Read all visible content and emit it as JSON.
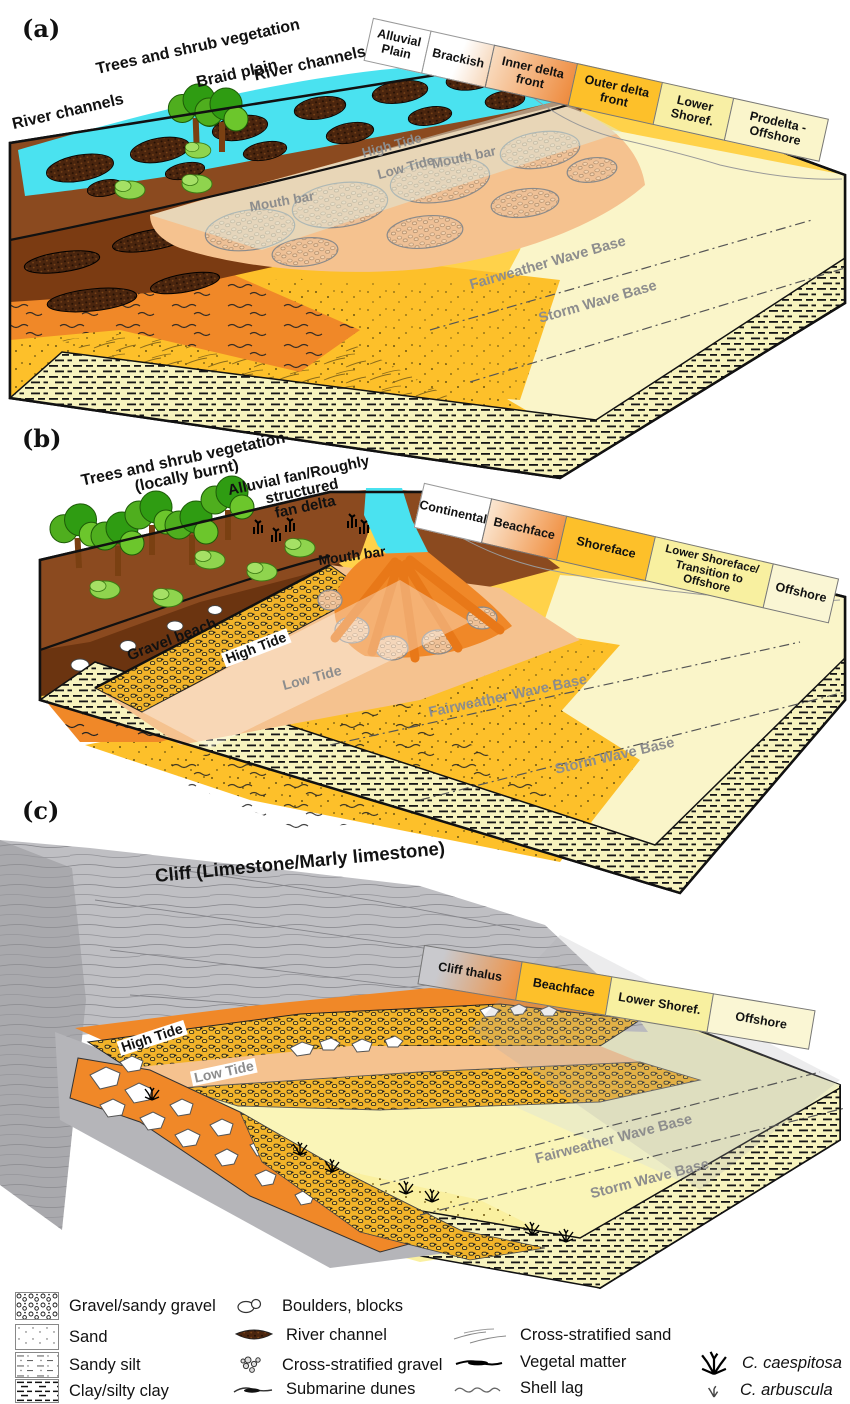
{
  "panel_a": {
    "tag": "(a)",
    "labels": {
      "trees": "Trees and shrub vegetation",
      "braid_plain": "Braid plain",
      "river_channels_top": "River channels",
      "river_channels_left": "River channels",
      "high_tide": "High Tide",
      "low_tide": "Low Tide",
      "mouth_bar_left": "Mouth bar",
      "mouth_bar_right": "Mouth bar",
      "fairweather": "Fairweather Wave Base",
      "storm": "Storm Wave Base"
    },
    "strip": [
      {
        "label": "Alluvial Plain",
        "bg": "#ffffff"
      },
      {
        "label": "Brackish",
        "bg": "linear-gradient(100deg,#ffffff 50%,#f6d7ba)"
      },
      {
        "label": "Inner delta front",
        "bg": "linear-gradient(100deg,#f9dcc0,#ee8b3e)"
      },
      {
        "label": "Outer delta front",
        "bg": "#fdc02a"
      },
      {
        "label": "Lower Shoref.",
        "bg": "#f8efa5"
      },
      {
        "label": "Prodelta - Offshore",
        "bg": "#faf5cb"
      }
    ]
  },
  "panel_b": {
    "tag": "(b)",
    "labels": {
      "trees": "Trees and shrub vegetation\n(locally burnt)",
      "alluvial_fan": "Alluvial fan/Roughly\nstructured\nfan delta",
      "mouth_bar": "Mouth bar",
      "gravel_beach": "Gravel beach",
      "high_tide": "High Tide",
      "low_tide": "Low Tide",
      "fairweather": "Fairweather Wave Base",
      "storm": "Storm Wave Base"
    },
    "strip": [
      {
        "label": "Continental",
        "bg": "#ffffff"
      },
      {
        "label": "Beachface",
        "bg": "linear-gradient(100deg,#fbe7d2,#f08f40)"
      },
      {
        "label": "Shoreface",
        "bg": "#fdc02a"
      },
      {
        "label": "Lower Shoreface/\nTransition to Offshore",
        "bg": "#f8f0a0"
      },
      {
        "label": "Offshore",
        "bg": "#faf6d4"
      }
    ]
  },
  "panel_c": {
    "tag": "(c)",
    "labels": {
      "cliff": "Cliff (Limestone/Marly limestone)",
      "high_tide": "High Tide",
      "low_tide": "Low Tide",
      "fairweather": "Fairweather Wave Base",
      "storm": "Storm Wave Base"
    },
    "strip": [
      {
        "label": "Cliff thalus",
        "bg": "linear-gradient(100deg,#c9c9cd 20%,#f09040)"
      },
      {
        "label": "Beachface",
        "bg": "#fdc02a"
      },
      {
        "label": "Lower Shoref.",
        "bg": "#f8f0a0"
      },
      {
        "label": "Offshore",
        "bg": "#faf6d4"
      }
    ]
  },
  "legend": {
    "column1": [
      {
        "icon": "gravel-swatch",
        "label": "Gravel/sandy gravel"
      },
      {
        "icon": "sand-swatch",
        "label": "Sand"
      },
      {
        "icon": "sandy-silt-swatch",
        "label": "Sandy silt"
      },
      {
        "icon": "clay-swatch",
        "label": "Clay/silty clay"
      }
    ],
    "column2": [
      {
        "icon": "boulders-icon",
        "label": "Boulders, blocks"
      },
      {
        "icon": "river-channel-icon",
        "label": "River channel"
      },
      {
        "icon": "cross-stratified-gravel-icon",
        "label": "Cross-stratified gravel"
      },
      {
        "icon": "submarine-dunes-icon",
        "label": "Submarine dunes"
      }
    ],
    "column3": [
      {
        "icon": "cross-stratified-sand-icon",
        "label": "Cross-stratified sand"
      },
      {
        "icon": "vegetal-matter-icon",
        "label": "Vegetal matter"
      },
      {
        "icon": "shell-lag-icon",
        "label": "Shell lag"
      }
    ],
    "column4": [
      {
        "icon": "c-caespitosa-icon",
        "label": "C. caespitosa"
      },
      {
        "icon": "c-arbuscula-icon",
        "label": "C. arbuscula"
      }
    ],
    "colors": {
      "sand_gold": "#fdc02a",
      "sand_light": "#ffd24a",
      "offshore_pale": "#faf5c9",
      "clay_pale": "#f7f3be",
      "orange_band": "#f08828",
      "salmon": "#f5c28f",
      "plain_brown": "#8b4a1f",
      "river_cyan": "#4ae2f0",
      "cliff_gray": "#bfbfc3"
    }
  }
}
